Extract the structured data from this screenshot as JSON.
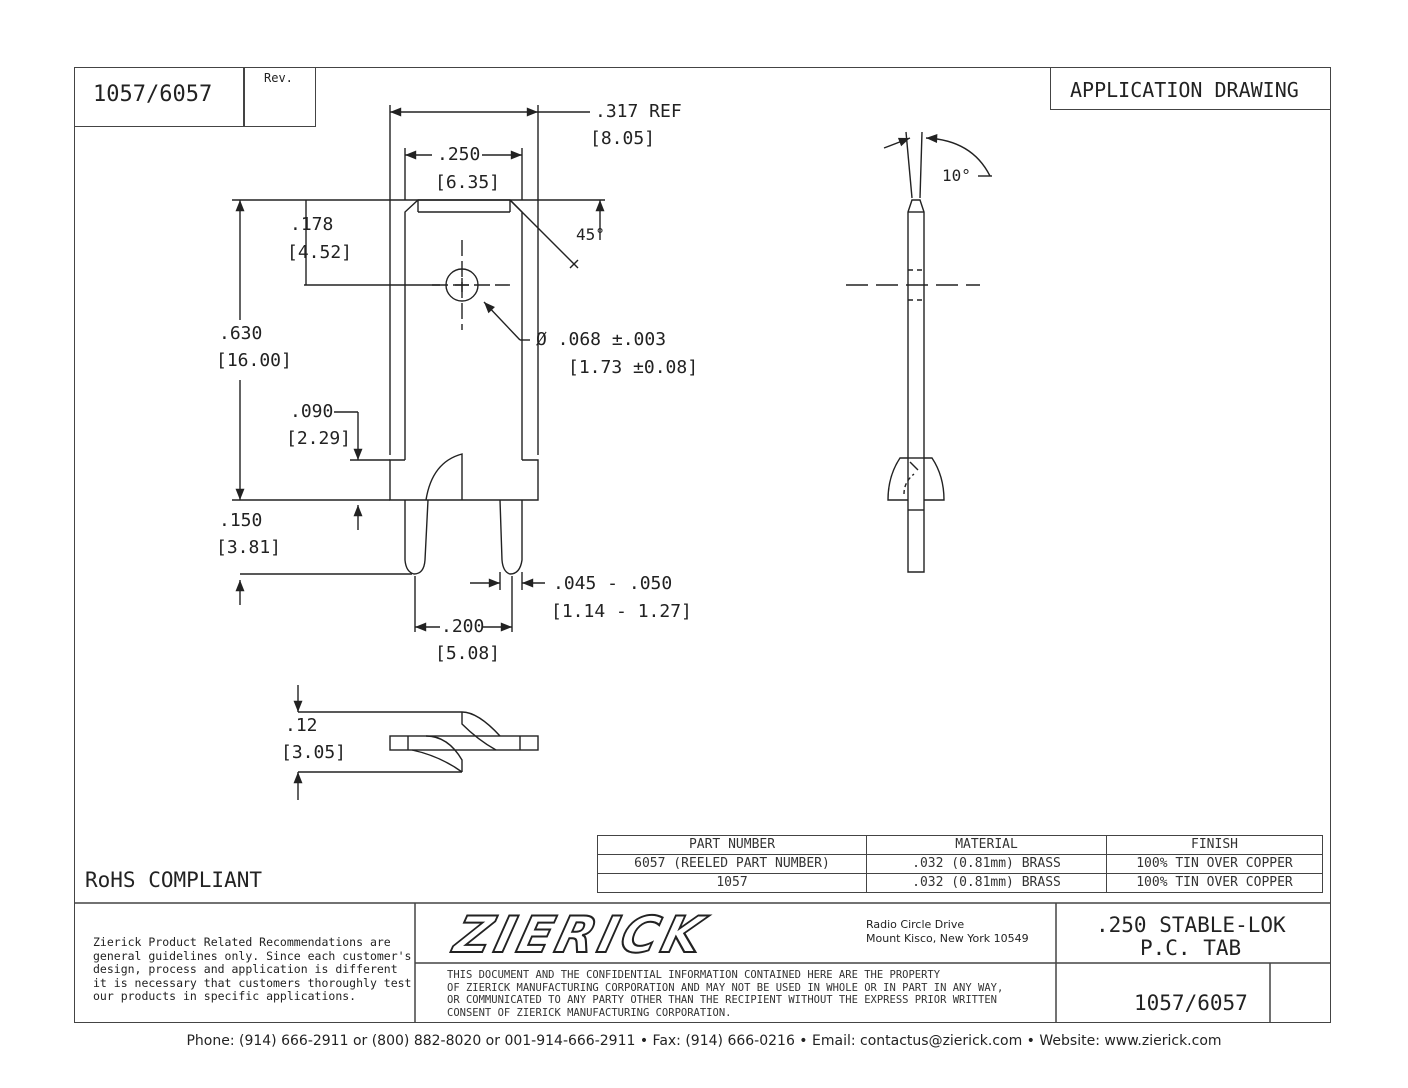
{
  "title_block": {
    "part_number": "1057/6057",
    "rev_label": "Rev.",
    "drawing_type": "APPLICATION DRAWING"
  },
  "dimensions": {
    "overall_width": ".317  REF",
    "overall_width_mm": "[8.05]",
    "tab_width": ".250",
    "tab_width_mm": "[6.35]",
    "chamfer_angle": "45°",
    "hole_from_top": ".178",
    "hole_from_top_mm": "[4.52]",
    "tab_length": ".630",
    "tab_length_mm": "[16.00]",
    "hole_diameter": "Ø  .068 ±.003",
    "hole_diameter_mm": "[1.73 ±0.08]",
    "shoulder": ".090",
    "shoulder_mm": "[2.29]",
    "leg_length": ".150",
    "leg_length_mm": "[3.81]",
    "leg_width": ".045 - .050",
    "leg_width_mm": "[1.14 - 1.27]",
    "leg_spacing": ".200",
    "leg_spacing_mm": "[5.08]",
    "bend_height": ".12",
    "bend_height_mm": "[3.05]",
    "side_angle": "10°"
  },
  "rohs": "RoHS COMPLIANT",
  "spec_table": {
    "headers": [
      "PART NUMBER",
      "MATERIAL",
      "FINISH"
    ],
    "rows": [
      [
        "6057 (REELED PART NUMBER)",
        ".032 (0.81mm) BRASS",
        "100% TIN OVER COPPER"
      ],
      [
        "1057",
        ".032 (0.81mm) BRASS",
        "100% TIN OVER COPPER"
      ]
    ]
  },
  "disclaimer": "Zierick Product Related Recommendations are\ngeneral guidelines only. Since each customer's\ndesign, process and application is different\nit is necessary that customers thoroughly test\nour products in specific applications.",
  "company": {
    "logo_text": "ZIERICK",
    "address_line1": "Radio Circle Drive",
    "address_line2": "Mount Kisco, New York 10549",
    "legal": "THIS DOCUMENT AND THE CONFIDENTIAL INFORMATION CONTAINED HERE ARE THE PROPERTY\nOF ZIERICK MANUFACTURING CORPORATION AND MAY NOT BE USED IN WHOLE OR IN PART IN ANY WAY,\nOR COMMUNICATED TO ANY PARTY OTHER THAN THE RECIPIENT WITHOUT THE EXPRESS PRIOR WRITTEN\nCONSENT OF ZIERICK MANUFACTURING CORPORATION."
  },
  "product": {
    "name_line1": ".250 STABLE-LOK",
    "name_line2": "P.C. TAB",
    "number": "1057/6057"
  },
  "footer": "Phone: (914) 666-2911 or (800) 882-8020 or 001-914-666-2911 • Fax: (914) 666-0216 • Email: contactus@zierick.com • Website: www.zierick.com"
}
